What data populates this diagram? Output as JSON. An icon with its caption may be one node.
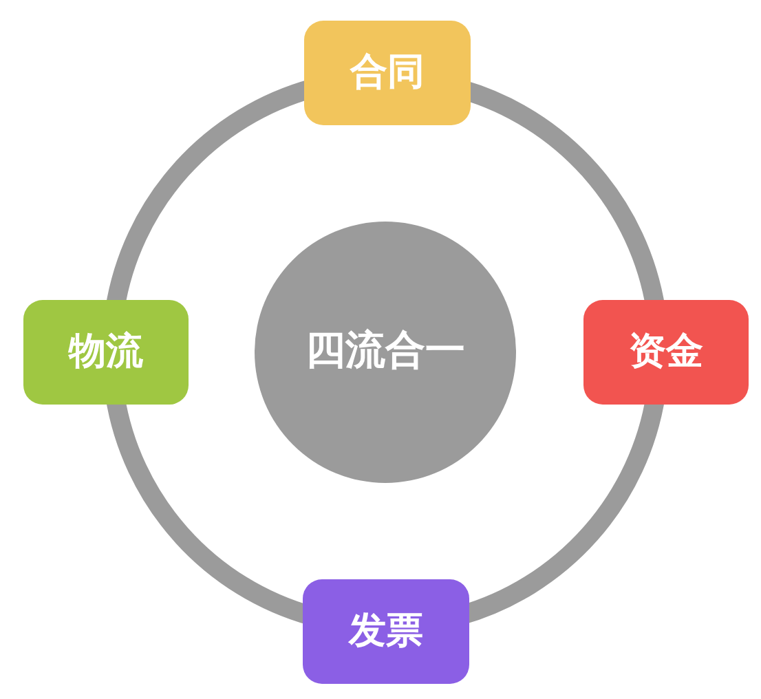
{
  "diagram": {
    "nodes": [
      {
        "text": [
          "合同"
        ]
      },
      {
        "text": [
          "物流"
        ]
      },
      {
        "text": [
          "四流合一"
        ]
      },
      {
        "text": [
          "资金"
        ]
      },
      {
        "text": [
          "发票"
        ]
      }
    ],
    "edges": [
      {
        "from": 0,
        "to": 3,
        "arrow": "none"
      },
      {
        "from": 3,
        "to": 4,
        "arrow": "none"
      },
      {
        "from": 4,
        "to": 1,
        "arrow": "none"
      },
      {
        "from": 1,
        "to": 0,
        "arrow": "none"
      }
    ]
  }
}
